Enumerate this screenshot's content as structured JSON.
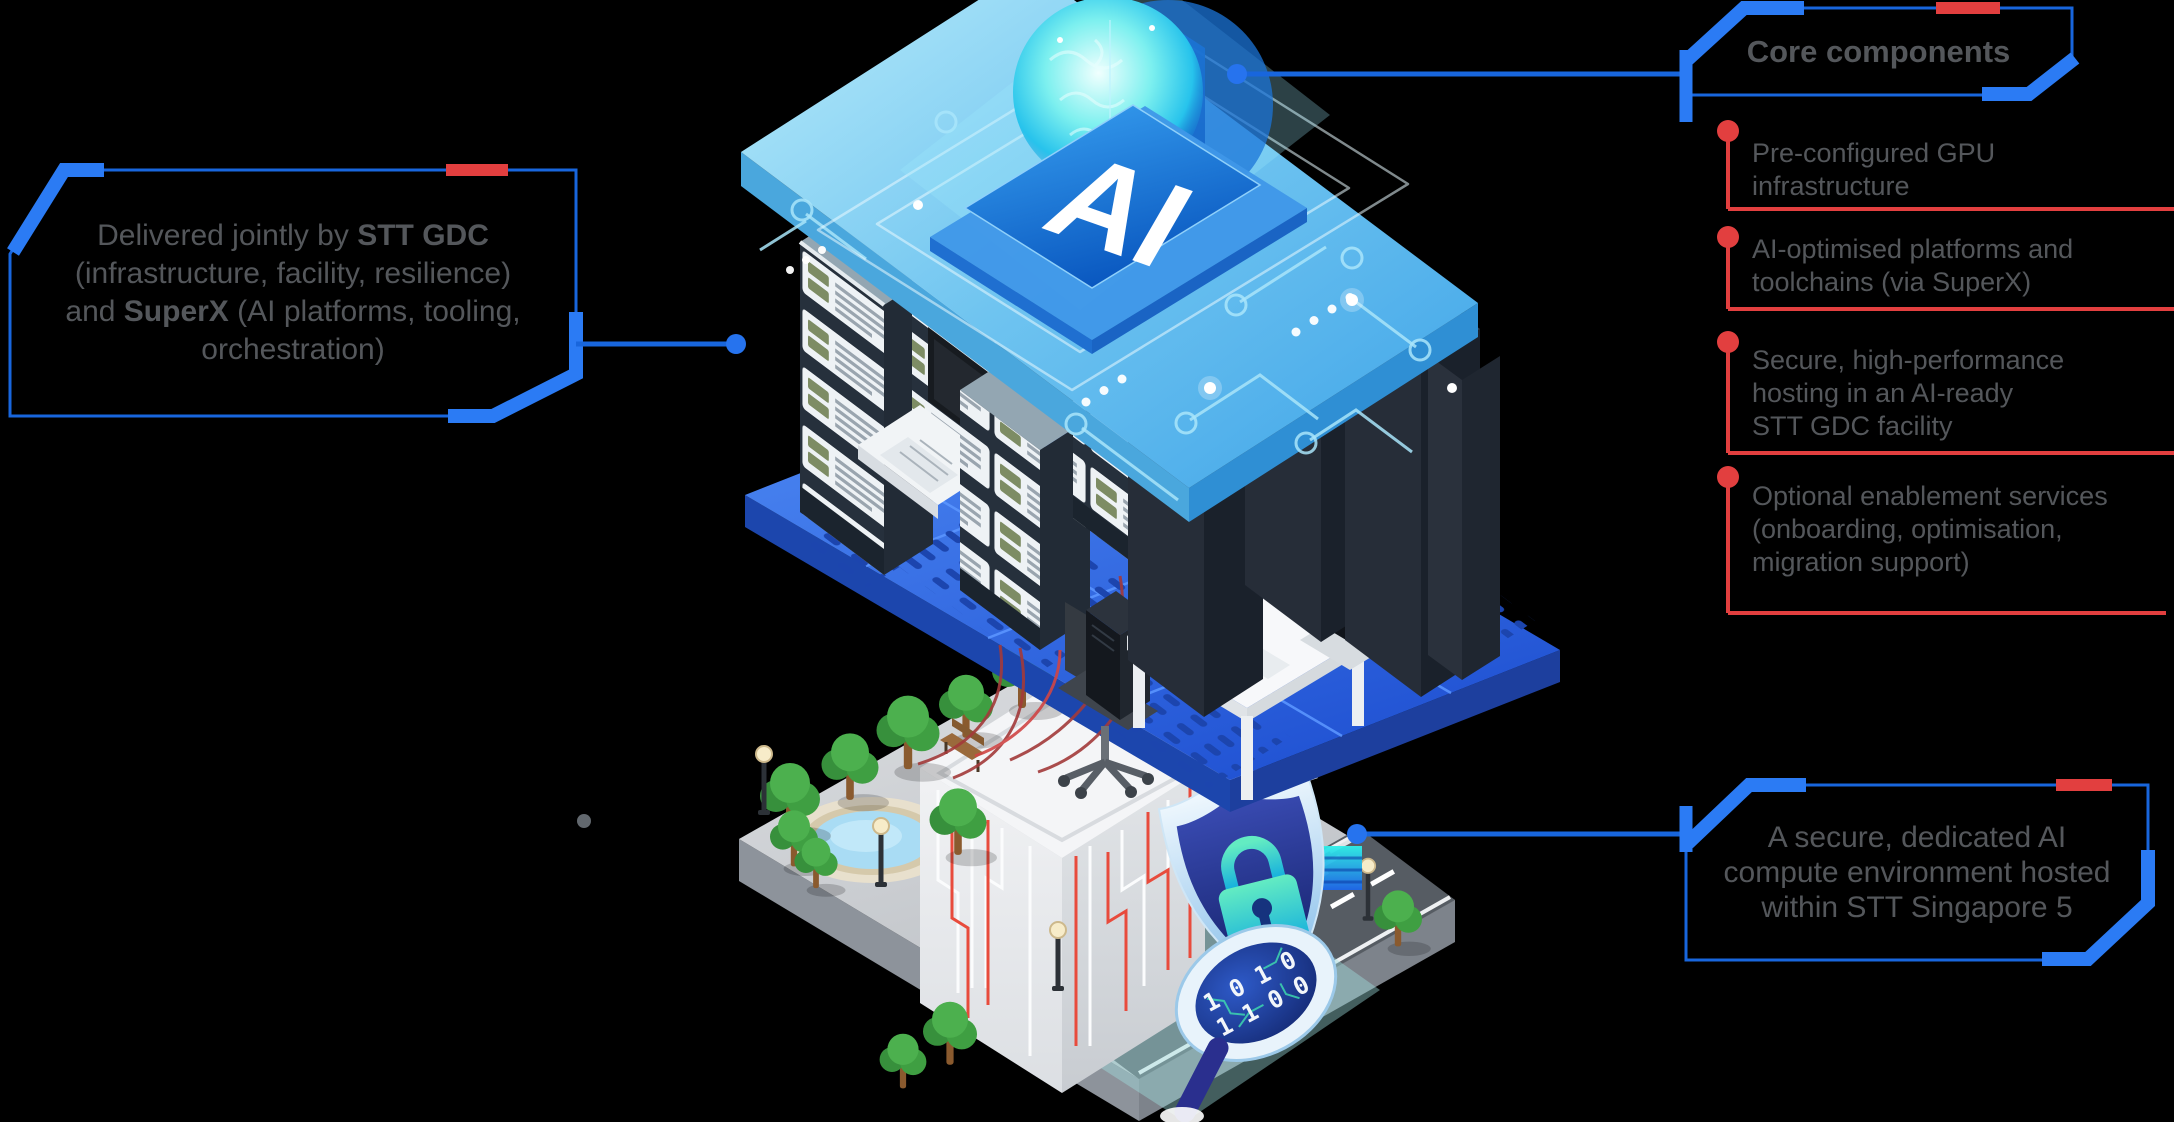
{
  "colors": {
    "background": "#000000",
    "accent_blue": "#1866dd",
    "accent_blue_bright": "#2b7bf4",
    "accent_red": "#e23f3f",
    "text_gray": "#54575b"
  },
  "left_callout": {
    "line1_prefix": "Delivered jointly by ",
    "line1_bold": "STT GDC",
    "line2": "(infrastructure, facility, resilience)",
    "line3_prefix": "and ",
    "line3_bold": "SuperX",
    "line3_suffix": " (AI platforms, tooling,",
    "line4": "orchestration)"
  },
  "core_components": {
    "title": "Core components",
    "items": [
      "Pre-configured GPU\ninfrastructure",
      "AI-optimised platforms and\ntoolchains (via SuperX)",
      "Secure, high-performance\nhosting in an AI-ready\nSTT GDC facility",
      "Optional enablement services\n(onboarding, optimisation,\nmigration support)"
    ]
  },
  "bottom_callout": {
    "text": "A secure, dedicated AI\ncompute environment hosted\nwithin STT Singapore 5"
  },
  "illustration": {
    "chip_label": "AI",
    "magnifier_code_lines": [
      "1 0 1 0",
      "1 1 0 0"
    ]
  }
}
